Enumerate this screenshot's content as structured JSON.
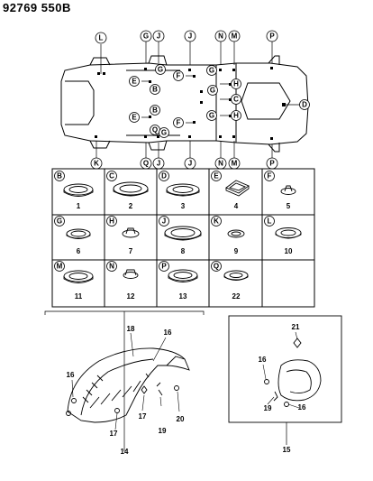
{
  "header": {
    "part_number": "92769 550B"
  },
  "body_callouts": {
    "top_row": [
      "L",
      "G",
      "J",
      "J",
      "N",
      "M",
      "P"
    ],
    "bottom_row": [
      "K",
      "Q",
      "J",
      "J",
      "N",
      "M",
      "P"
    ],
    "interior": [
      "G",
      "F",
      "G",
      "E",
      "B",
      "E",
      "B",
      "Q",
      "F",
      "G",
      "H",
      "C",
      "H",
      "D",
      "G",
      "G"
    ]
  },
  "plug_table": [
    {
      "letter": "B",
      "number": "1"
    },
    {
      "letter": "C",
      "number": "2"
    },
    {
      "letter": "D",
      "number": "3"
    },
    {
      "letter": "E",
      "number": "4"
    },
    {
      "letter": "F",
      "number": "5"
    },
    {
      "letter": "G",
      "number": "6"
    },
    {
      "letter": "H",
      "number": "7"
    },
    {
      "letter": "J",
      "number": "8"
    },
    {
      "letter": "K",
      "number": "9"
    },
    {
      "letter": "L",
      "number": "10"
    },
    {
      "letter": "M",
      "number": "11"
    },
    {
      "letter": "N",
      "number": "12"
    },
    {
      "letter": "P",
      "number": "13"
    },
    {
      "letter": "Q",
      "number": "22"
    }
  ],
  "left_assembly": {
    "labels": [
      "16",
      "18",
      "16",
      "17",
      "19",
      "20",
      "17"
    ],
    "group_number": "14"
  },
  "right_assembly": {
    "labels": [
      "21",
      "16",
      "19",
      "16"
    ],
    "group_number": "15"
  }
}
